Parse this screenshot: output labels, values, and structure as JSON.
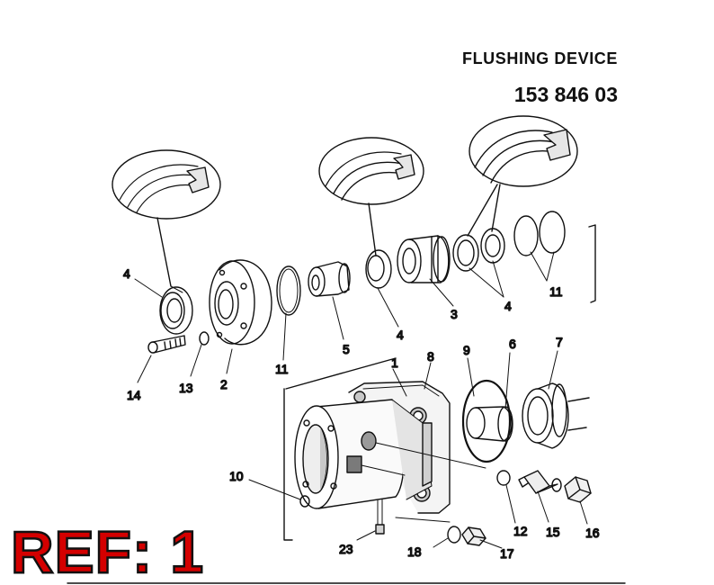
{
  "title": "FLUSHING DEVICE",
  "part_number": "153 846 03",
  "ref_label": "REF: 1",
  "colors": {
    "ref_fill": "#d40000",
    "outline": "#111111",
    "shade": "#c8c8c8"
  },
  "callouts": {
    "c1": "1",
    "c2": "2",
    "c3": "3",
    "c4a": "4",
    "c4b": "4",
    "c4c": "4",
    "c5": "5",
    "c6": "6",
    "c7": "7",
    "c8": "8",
    "c9": "9",
    "c10": "10",
    "c11a": "11",
    "c11b": "11",
    "c12": "12",
    "c13": "13",
    "c14": "14",
    "c15": "15",
    "c16": "16",
    "c17": "17",
    "c18": "18",
    "c23": "23"
  }
}
